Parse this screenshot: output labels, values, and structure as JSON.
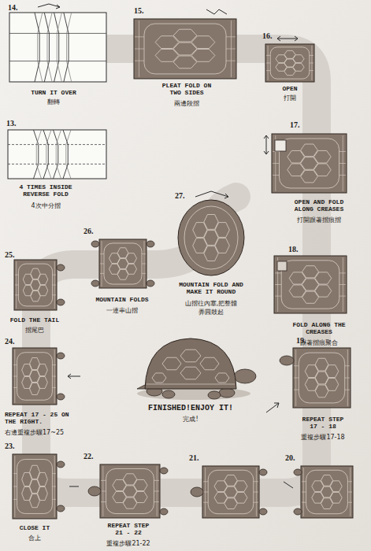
{
  "diagram": {
    "labels": [
      "14.",
      "TURN IT OVER",
      "翻轉",
      "15.",
      "PLEAT FOLD ON TWO SIDES",
      "兩邊段摺",
      "16.",
      "OPEN",
      "打開",
      "13.",
      "4 TIMES INSIDE REVERSE FOLD",
      "4次中分摺",
      "17.",
      "OPEN AND FOLD ALONG CREASES",
      "打開跟著摺痕摺",
      "27.",
      "MOUNTAIN FOLD AND MAKE IT ROUND",
      "山摺往內塞,把整體弄圓鼓起",
      "26.",
      "MOUNTAIN FOLDS",
      "一連串山摺",
      "25.",
      "FOLD THE TAIL",
      "摺尾巴",
      "18.",
      "FOLD ALONG THE CREASES",
      "跟著摺痕聚合",
      "24.",
      "REPEAT 17 - 25 ON THE RIGHT.",
      "右邊重複步驟17~25",
      "FINISHED!ENJOY IT!",
      "完成!",
      "19.",
      "REPEAT STEP 17 - 18",
      "重複步驟17-18",
      "23.",
      "CLOSE IT",
      "合上",
      "22.",
      "REPEAT STEP 21 - 22",
      "重複步驟21-22",
      "21.",
      "20."
    ]
  }
}
